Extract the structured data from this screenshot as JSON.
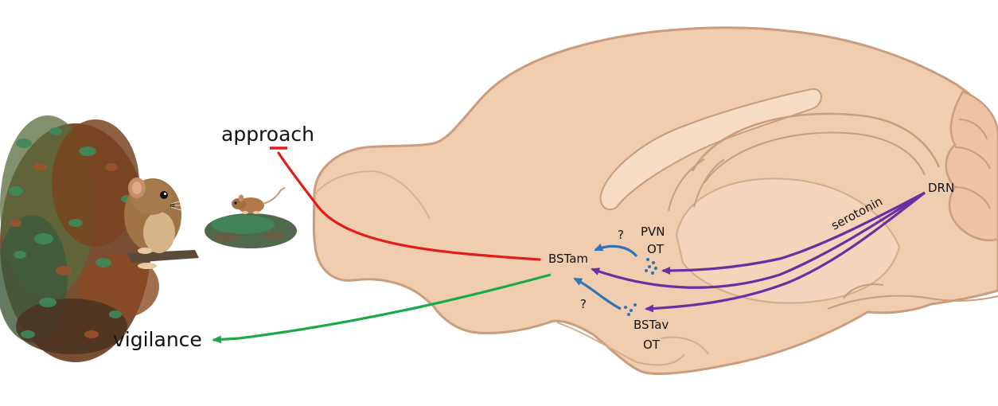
{
  "labels": {
    "approach": "approach",
    "vigilance": "vigilance",
    "bstam": "BSTam",
    "bstav": "BSTav",
    "pvn": "PVN",
    "ot_upper": "OT",
    "ot_lower": "OT",
    "serotonin": "serotonin",
    "drn": "DRN",
    "question_upper": "?",
    "question_lower": "?"
  },
  "colors": {
    "inhibition": "#e21b1b",
    "excitation": "#1aaa45",
    "oxytocin": "#2f74b5",
    "serotonin": "#6a2fa0",
    "brain_fill": "#f1cdb0",
    "brain_outline": "#c99d7d"
  },
  "icons": {
    "left_scene": "mouse-in-bush-illustration",
    "right_scene": "mouse-on-mound-illustration"
  }
}
